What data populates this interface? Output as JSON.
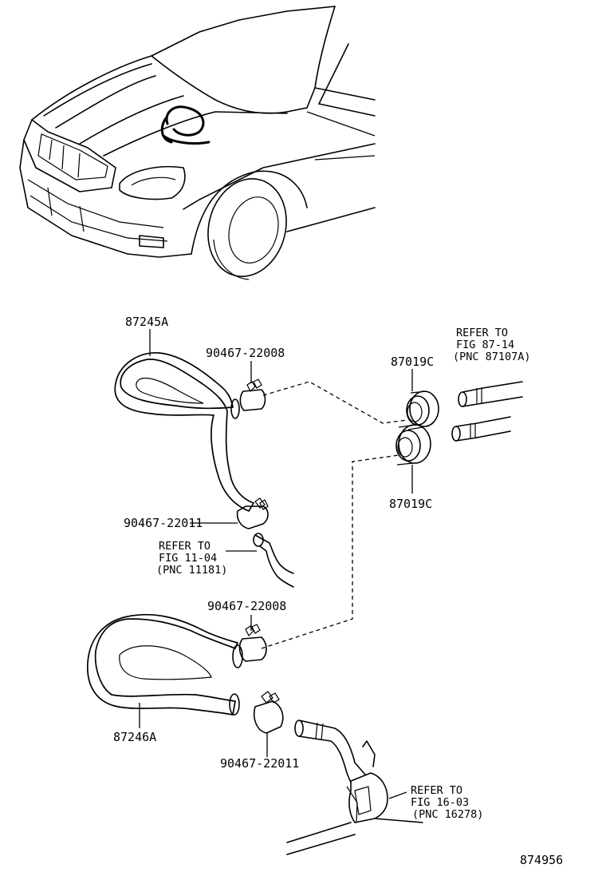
{
  "labels": {
    "hose_upper": "87245A",
    "hose_lower": "87246A",
    "clamp_upper_a": "90467-22008",
    "clamp_upper_b": "90467-22011",
    "clamp_lower_a": "90467-22008",
    "clamp_lower_b": "90467-22011",
    "grommet_top": "87019C",
    "grommet_bottom": "87019C"
  },
  "refs": {
    "heater_pipe": [
      "REFER TO",
      "FIG 87-14",
      "(PNC 87107A)"
    ],
    "engine_outlet": [
      "REFER TO",
      "FIG 11-04",
      "(PNC 11181)"
    ],
    "water_pipe": [
      "REFER TO",
      "FIG 16-03",
      "(PNC 16278)"
    ]
  },
  "figure_number": "874956"
}
